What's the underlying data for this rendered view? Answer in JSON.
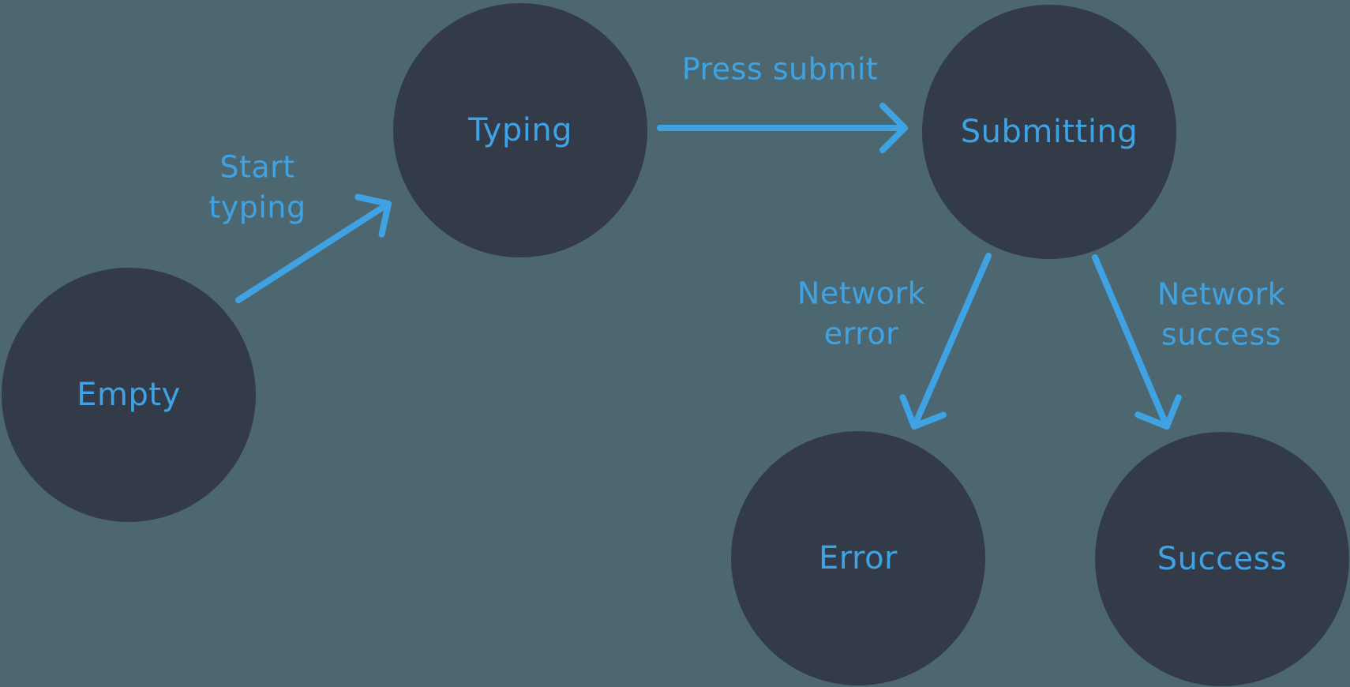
{
  "diagram": {
    "type": "state-machine",
    "colors": {
      "background": "#4d6770",
      "node_fill": "#333b49",
      "accent_blue": "#3fa3e3"
    },
    "nodes": {
      "empty": {
        "label": "Empty"
      },
      "typing": {
        "label": "Typing"
      },
      "submitting": {
        "label": "Submitting"
      },
      "error": {
        "label": "Error"
      },
      "success": {
        "label": "Success"
      }
    },
    "edges": {
      "start_typing": {
        "from": "Empty",
        "to": "Typing",
        "label": "Start\ntyping"
      },
      "press_submit": {
        "from": "Typing",
        "to": "Submitting",
        "label": "Press submit"
      },
      "network_error": {
        "from": "Submitting",
        "to": "Error",
        "label": "Network\nerror"
      },
      "network_success": {
        "from": "Submitting",
        "to": "Success",
        "label": "Network\nsuccess"
      }
    }
  }
}
